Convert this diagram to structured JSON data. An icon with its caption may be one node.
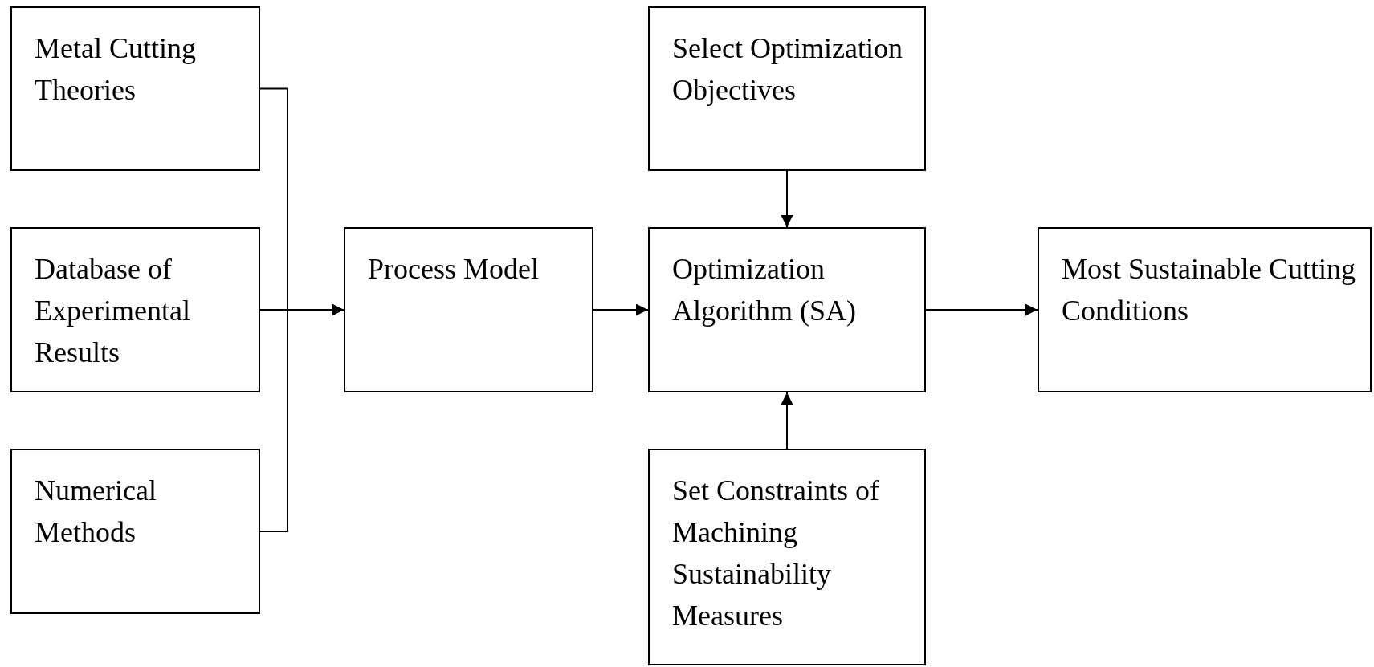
{
  "diagram": {
    "nodes": [
      {
        "text": [
          "Metal Cutting Theories"
        ]
      },
      {
        "text": [
          "Database of Experimental Results"
        ]
      },
      {
        "text": [
          "Numerical Methods"
        ]
      },
      {
        "text": [
          "Process Model"
        ]
      },
      {
        "text": [
          "Select Optimization Objectives"
        ]
      },
      {
        "text": [
          "Optimization Algorithm (SA)"
        ]
      },
      {
        "text": [
          "Set Constraints of Machining Sustainability Measures"
        ]
      },
      {
        "text": [
          "Most Sustainable Cutting Conditions"
        ]
      }
    ],
    "edges": [
      {
        "from": 0,
        "to": 3,
        "arrow": "to"
      },
      {
        "from": 1,
        "to": 3,
        "arrow": "to"
      },
      {
        "from": 2,
        "to": 3,
        "arrow": "to"
      },
      {
        "from": 3,
        "to": 5,
        "arrow": "to"
      },
      {
        "from": 4,
        "to": 5,
        "arrow": "to"
      },
      {
        "from": 6,
        "to": 5,
        "arrow": "to"
      },
      {
        "from": 5,
        "to": 7,
        "arrow": "to"
      }
    ]
  }
}
